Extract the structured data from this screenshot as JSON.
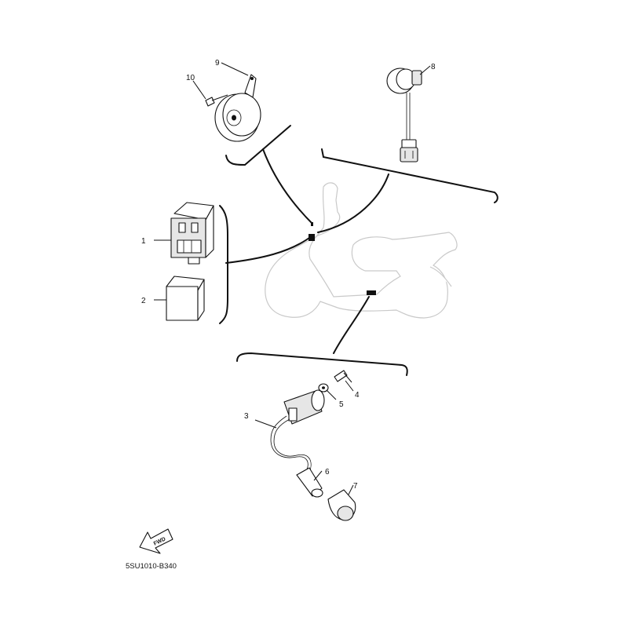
{
  "diagram_code": "5SU1010-B340",
  "fwd_label": "FWD",
  "callouts": [
    "1",
    "2",
    "3",
    "4",
    "5",
    "6",
    "7",
    "8",
    "9",
    "10"
  ]
}
